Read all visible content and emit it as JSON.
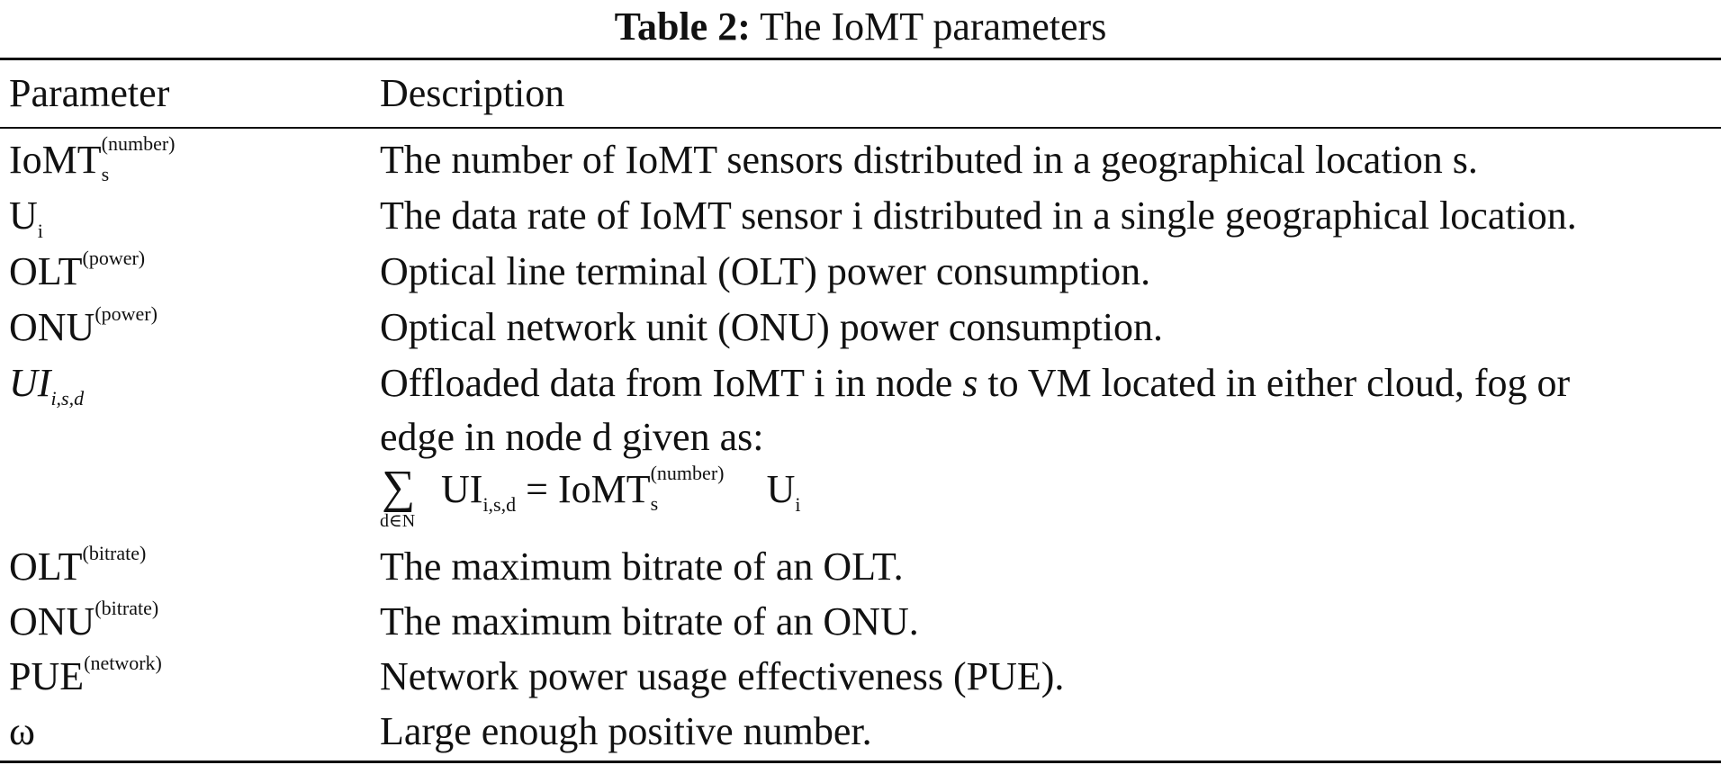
{
  "caption": {
    "label": "Table 2:",
    "title": "The IoMT parameters"
  },
  "headers": {
    "parameter": "Parameter",
    "description": "Description"
  },
  "rows": [
    {
      "base": "IoMT",
      "sup": "(number)",
      "sub": "s",
      "desc": "The number of IoMT sensors distributed in a geographical location s."
    },
    {
      "base": "U",
      "sub": "i",
      "desc": "The data rate of IoMT sensor i distributed in a single geographical location."
    },
    {
      "base": "OLT",
      "sup": "(power)",
      "desc": "Optical line terminal (OLT) power consumption."
    },
    {
      "base": "ONU",
      "sup": "(power)",
      "desc": "Optical network unit (ONU) power consumption."
    },
    {
      "base": "UI",
      "sub": "i,s,d",
      "desc_line1_a": "Offloaded data from IoMT i in node ",
      "desc_line1_s": "s",
      "desc_line1_b": " to VM located in either cloud, fog or",
      "desc_line2": "edge in node d given as:"
    },
    {
      "base": "OLT",
      "sup": "(bitrate)",
      "desc": "The maximum bitrate of an OLT."
    },
    {
      "base": "ONU",
      "sup": "(bitrate)",
      "desc": "The maximum bitrate of an ONU."
    },
    {
      "base": "PUE",
      "sup": "(network)",
      "desc": "Network power usage effectiveness (PUE)."
    },
    {
      "base": "ω",
      "desc": "Large enough positive number."
    }
  ],
  "equation": {
    "sigma": "∑",
    "under": "d∈N",
    "lhs_base": "UI",
    "lhs_sub": "i,s,d",
    "equals": "=",
    "rhs_base": "IoMT",
    "rhs_sup": "(number)",
    "rhs_sub": "s",
    "rhs_u": "U",
    "rhs_u_sub": "i"
  }
}
